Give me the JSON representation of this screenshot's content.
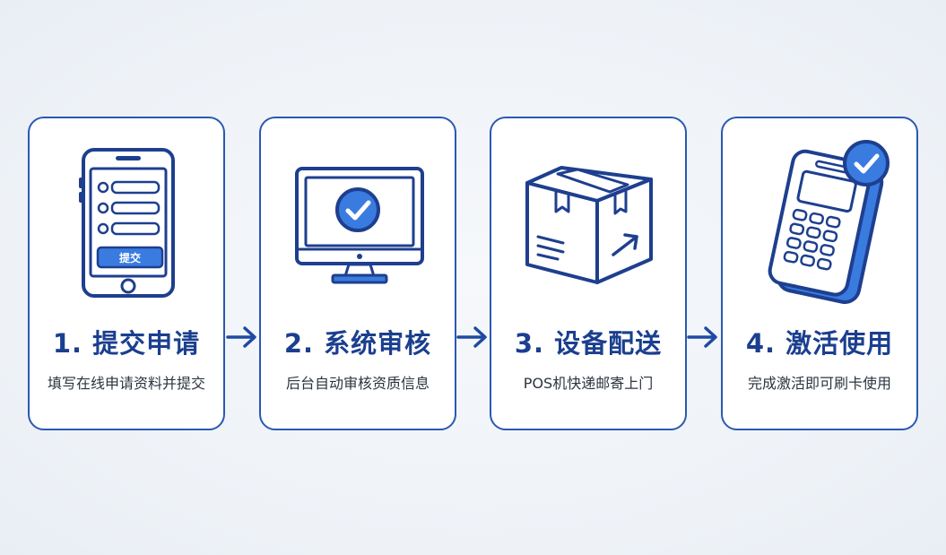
{
  "steps": [
    {
      "title": "1. 提交申请",
      "description": "填写在线申请资料并提交",
      "icon": "phone-form-icon",
      "button_label": "提交"
    },
    {
      "title": "2. 系统审核",
      "description": "后台自动审核资质信息",
      "icon": "monitor-check-icon"
    },
    {
      "title": "3. 设备配送",
      "description": "POS机快递邮寄上门",
      "icon": "package-box-icon"
    },
    {
      "title": "4. 激活使用",
      "description": "完成激活即可刷卡使用",
      "icon": "pos-terminal-check-icon"
    }
  ],
  "colors": {
    "primary": "#1b3f8f",
    "accent": "#3a7be0",
    "border": "#2b58b3",
    "background": "#eef2f7"
  }
}
